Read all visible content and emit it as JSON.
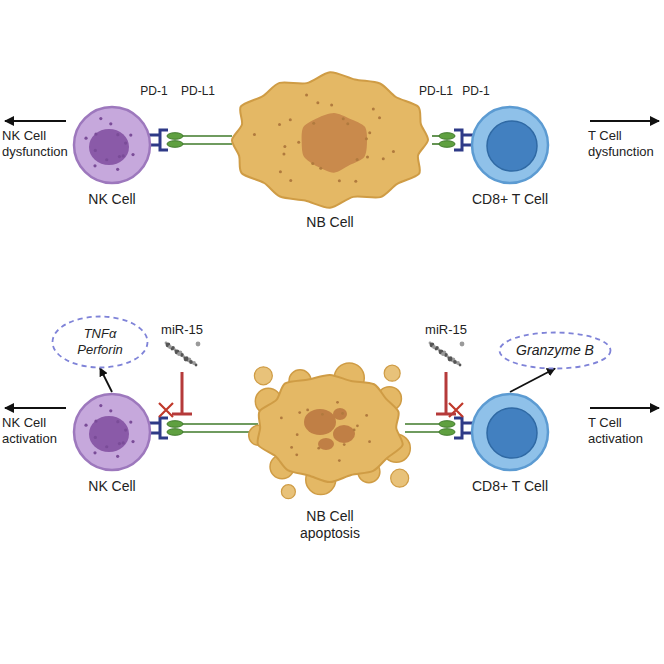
{
  "diagram": {
    "nodes": [
      {
        "text": [
          "NK Cell"
        ]
      },
      {
        "text": [
          "NB Cell"
        ]
      },
      {
        "text": [
          "CD8+ T Cell"
        ]
      },
      {
        "text": [
          "NK Cell"
        ]
      },
      {
        "text": [
          "NB Cell apoptosis"
        ]
      },
      {
        "text": [
          "CD8+ T Cell"
        ]
      },
      {
        "text": [
          "TNFα Perforin"
        ]
      },
      {
        "text": [
          "Granzyme B"
        ]
      }
    ],
    "edges": [
      {
        "from": 3,
        "to": 6,
        "arrow": "to"
      },
      {
        "from": 5,
        "to": 7,
        "arrow": "to"
      }
    ],
    "labels": [
      "PD-1",
      "PD-L1",
      "PD-L1",
      "PD-1",
      "NK Cell dysfunction",
      "T Cell dysfunction",
      "miR-15",
      "miR-15",
      "NK Cell activation",
      "T Cell activation"
    ]
  }
}
